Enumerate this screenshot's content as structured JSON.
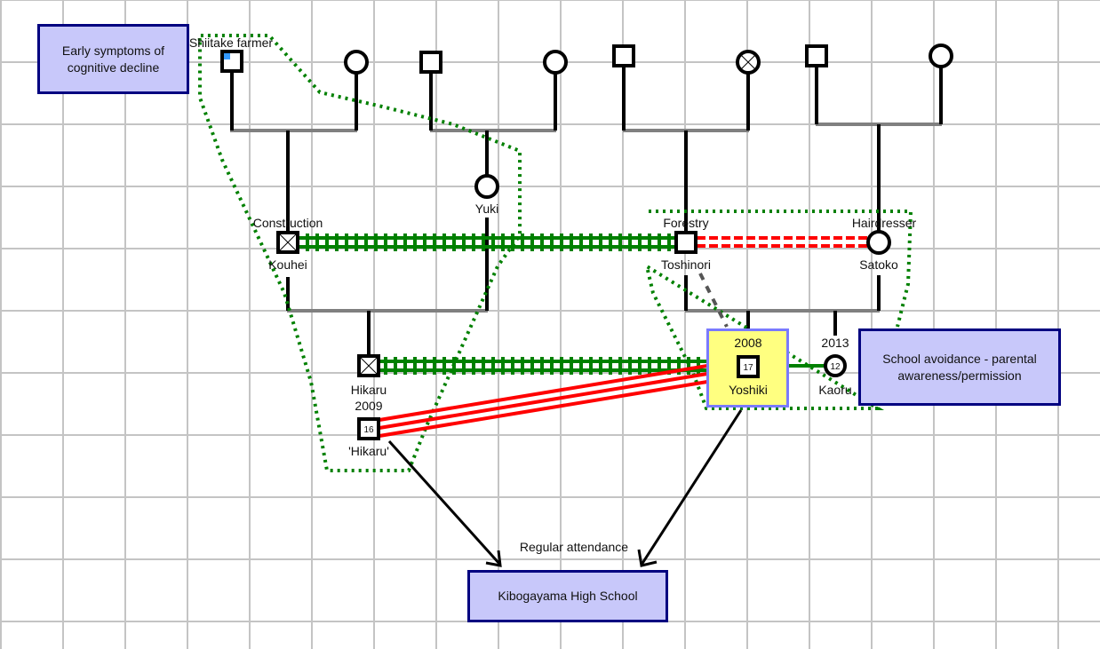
{
  "diagram": {
    "type": "genogram",
    "colors": {
      "note_fill": "#c8c8fa",
      "note_border": "#000080",
      "focus_fill": "#ffff80",
      "focus_border": "#7a7aff",
      "close_relationship": "#008000",
      "conflict_relationship": "#ff0000",
      "household_boundary": "#008000",
      "sibling_line": "#808080",
      "grid": "#c4c4c4"
    },
    "notes": {
      "cognitive": {
        "lines": [
          "Early symptoms of",
          "cognitive decline"
        ]
      },
      "school_avoidance": {
        "lines": [
          "School avoidance - parental",
          "awareness/permission"
        ]
      },
      "school": {
        "label": "Kibogayama High School"
      }
    },
    "people": {
      "gp1_male": {
        "label": "Shiitake farmer",
        "sex": "male",
        "marker": "blue-corner"
      },
      "gp1_female": {
        "sex": "female"
      },
      "gp2_male": {
        "sex": "male"
      },
      "gp2_female": {
        "sex": "female"
      },
      "gp3_male": {
        "sex": "male"
      },
      "gp3_female": {
        "sex": "female",
        "deceased": true
      },
      "gp4_male": {
        "sex": "male"
      },
      "gp4_female": {
        "sex": "female"
      },
      "yuki": {
        "name": "Yuki",
        "sex": "female"
      },
      "kouhei": {
        "name": "Kouhei",
        "occupation": "Construction",
        "sex": "male",
        "deceased": true
      },
      "toshinori": {
        "name": "Toshinori",
        "occupation": "Forestry",
        "sex": "male"
      },
      "satoko": {
        "name": "Satoko",
        "occupation": "Hairdresser",
        "sex": "female"
      },
      "hikaru": {
        "name": "Hikaru",
        "year": "2009",
        "sex": "male",
        "deceased": true
      },
      "hikaru_pet": {
        "name": "'Hikaru'",
        "age": "16",
        "sex": "male"
      },
      "yoshiki": {
        "name": "Yoshiki",
        "year": "2008",
        "age": "17",
        "sex": "male",
        "focus": true
      },
      "kaoru": {
        "name": "Kaoru",
        "year": "2013",
        "age": "12",
        "sex": "female"
      }
    },
    "relationships": [
      {
        "from": "Kouhei",
        "to": "Toshinori",
        "type": "close"
      },
      {
        "from": "Toshinori",
        "to": "Satoko",
        "type": "conflict-dashed"
      },
      {
        "from": "Hikaru",
        "to": "Yoshiki",
        "type": "close"
      },
      {
        "from": "'Hikaru'",
        "to": "Yoshiki",
        "type": "conflict"
      },
      {
        "from": "Yoshiki",
        "to": "Kaoru",
        "type": "connected"
      },
      {
        "from": "Toshinori",
        "to": "Yoshiki",
        "type": "distant-dashed"
      }
    ],
    "attendance": {
      "label": "Regular attendance"
    }
  }
}
